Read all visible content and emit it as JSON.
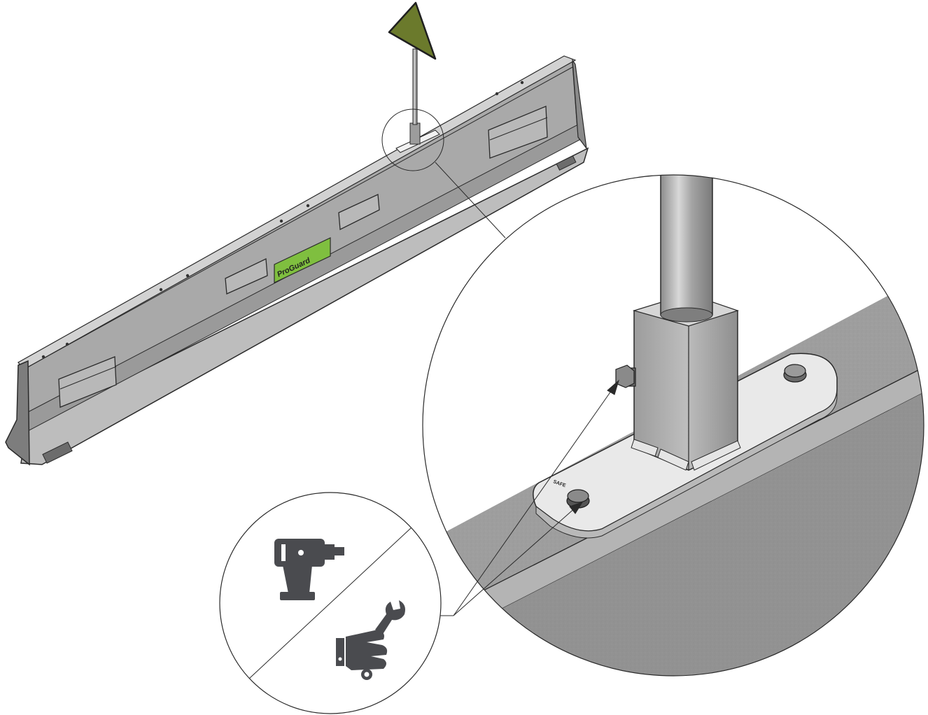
{
  "barrier": {
    "brand_label": "ProGuard",
    "brand_color": "#7fbf3f"
  },
  "sign": {
    "shape": "triangle",
    "color": "#6b7a2c"
  },
  "detail_callout": {
    "plate_marking": "SAFE",
    "arrow_targets": [
      "side-bolt",
      "base-bolt"
    ]
  },
  "tools_callout": {
    "icons": [
      "power-drill-icon",
      "hand-wrench-icon"
    ],
    "icon_color": "#4a4b4f"
  },
  "colors": {
    "outline": "#2a2a2a",
    "steel_light": "#c9c9c9",
    "steel_mid": "#a9a9a9",
    "steel_dark": "#8a8a8a",
    "concrete": "#9a9a9a",
    "concrete_dark": "#7d7d7d"
  }
}
